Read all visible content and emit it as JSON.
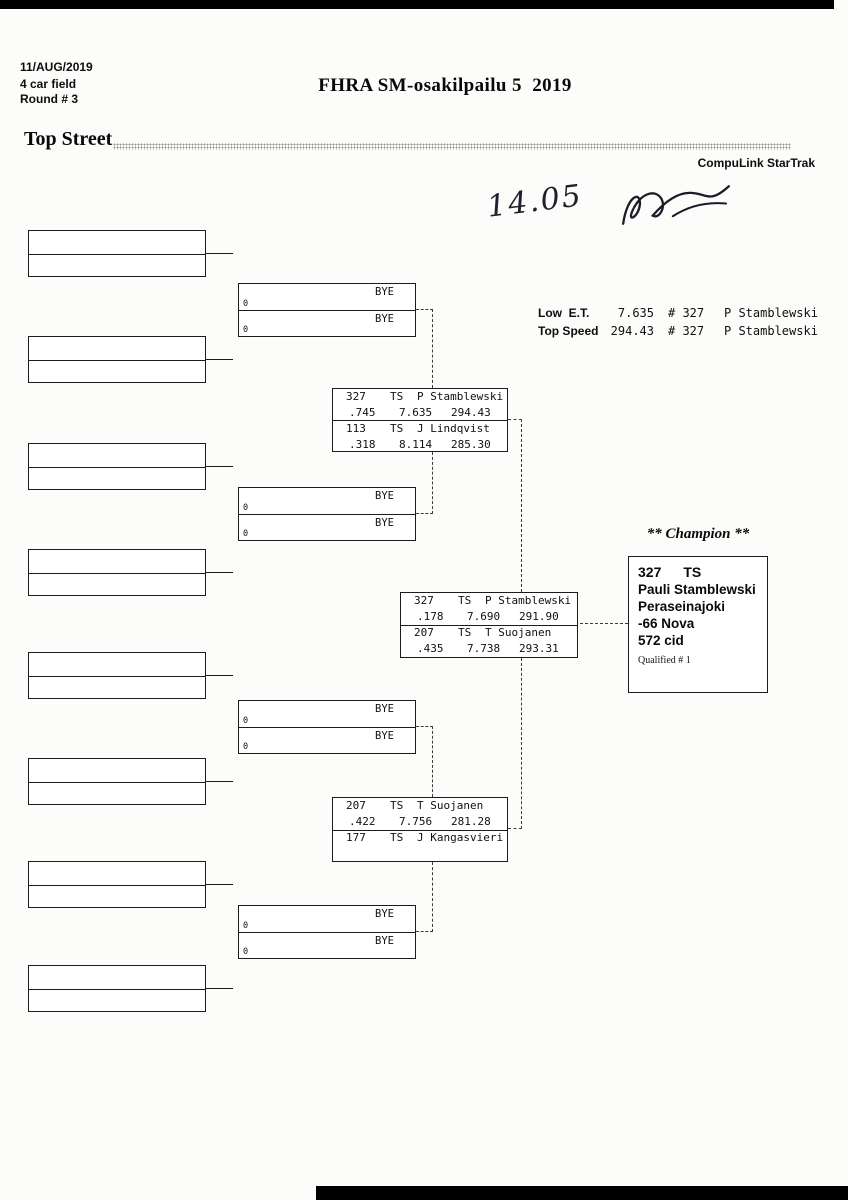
{
  "header": {
    "date": "11/AUG/2019",
    "field_size": "4 car field",
    "round": "Round # 3",
    "title": "FHRA SM-osakilpailu 5  2019",
    "class_name": "Top Street",
    "brand": "CompuLink StarTrak"
  },
  "handwriting": {
    "time_note": "14.05"
  },
  "stats": {
    "low_et": {
      "label": "Low  E.T.",
      "value": "7.635",
      "car": "# 327",
      "driver": "P Stamblewski"
    },
    "top_speed": {
      "label": "Top Speed",
      "value": "294.43",
      "car": "# 327",
      "driver": "P Stamblewski"
    }
  },
  "bracket": {
    "bye": "BYE",
    "zero": "0",
    "semi_top": {
      "e1": {
        "car": "327",
        "cls": "TS",
        "driver": "P Stamblewski",
        "rt": ".745",
        "et": "7.635",
        "speed": "294.43"
      },
      "e2": {
        "car": "113",
        "cls": "TS",
        "driver": "J Lindqvist",
        "rt": ".318",
        "et": "8.114",
        "speed": "285.30"
      }
    },
    "semi_bottom": {
      "e1": {
        "car": "207",
        "cls": "TS",
        "driver": "T Suojanen",
        "rt": ".422",
        "et": "7.756",
        "speed": "281.28"
      },
      "e2": {
        "car": "177",
        "cls": "TS",
        "driver": "J Kangasvieri",
        "rt": "",
        "et": "",
        "speed": ""
      }
    },
    "final": {
      "e1": {
        "car": "327",
        "cls": "TS",
        "driver": "P Stamblewski",
        "rt": ".178",
        "et": "7.690",
        "speed": "291.90"
      },
      "e2": {
        "car": "207",
        "cls": "TS",
        "driver": "T Suojanen",
        "rt": ".435",
        "et": "7.738",
        "speed": "293.31"
      }
    }
  },
  "champion": {
    "heading": "** Champion **",
    "car": "327",
    "cls": "TS",
    "name": "Pauli Stamblewski",
    "hometown": "Peraseinajoki",
    "vehicle": "-66 Nova",
    "engine": "572 cid",
    "qualified": "Qualified # 1"
  }
}
